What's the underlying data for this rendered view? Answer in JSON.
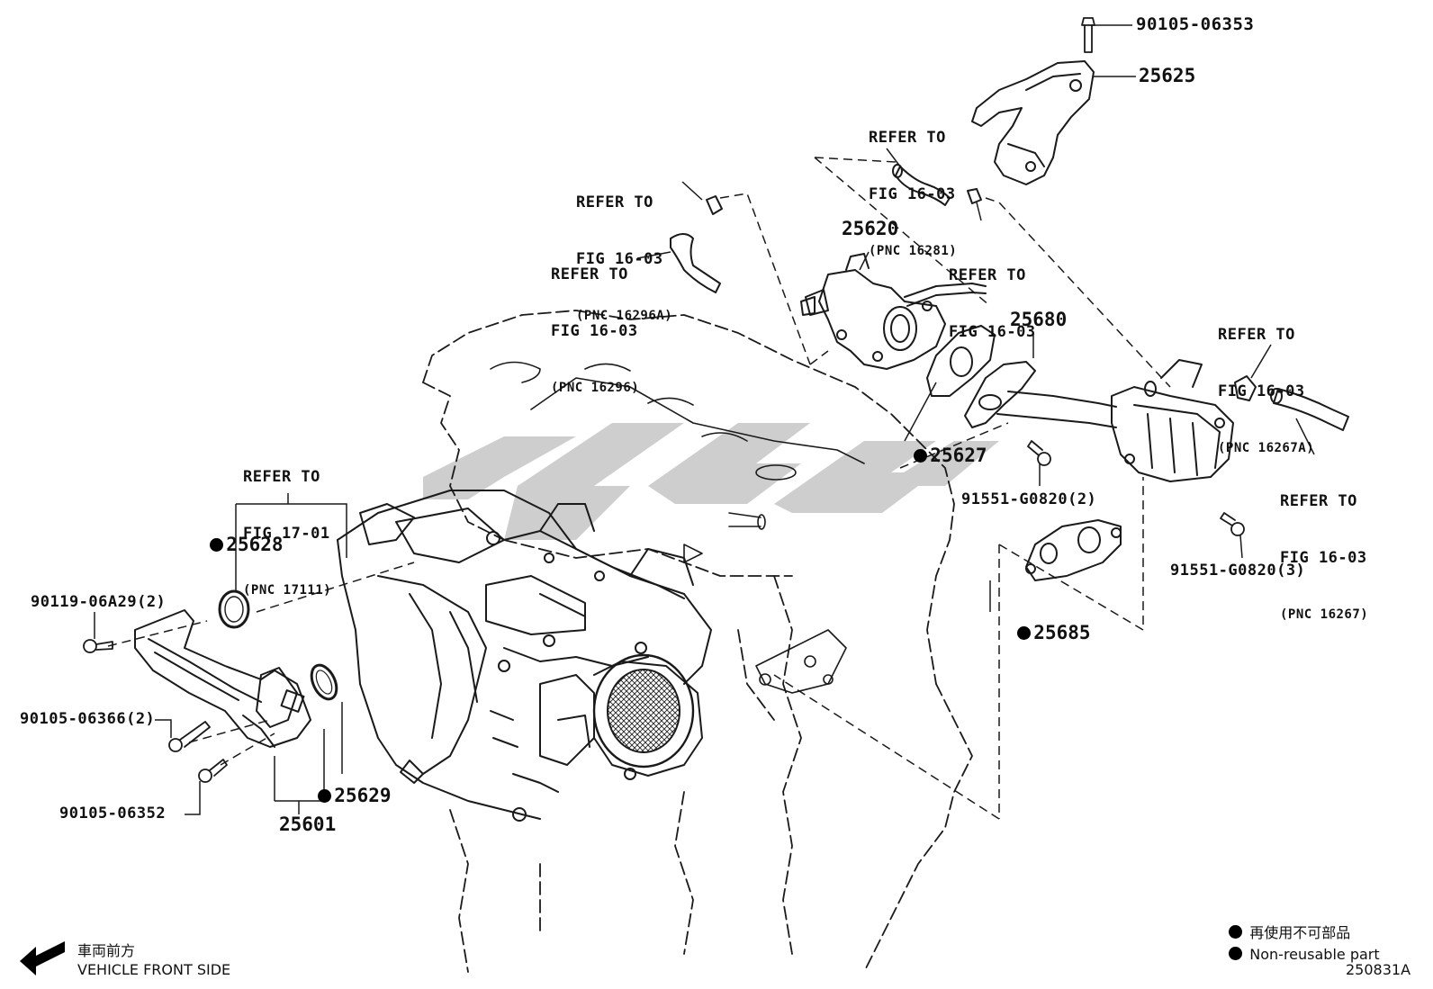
{
  "diagram": {
    "figure_code": "250831A",
    "watermark": "",
    "parts": {
      "p90105_06353": "90105-06353",
      "p25625": "25625",
      "p25620": "25620",
      "p25680": "25680",
      "p25627": "25627",
      "p91551_g0820_2": "91551-G0820(2)",
      "p91551_g0820_3": "91551-G0820(3)",
      "p25685": "25685",
      "p25628": "25628",
      "p90119_06a29": "90119-06A29(2)",
      "p90105_06366": "90105-06366(2)",
      "p90105_06352": "90105-06352",
      "p25629": "25629",
      "p25601": "25601"
    },
    "refs": [
      {
        "line1": "REFER TO",
        "line2": "FIG 16-03",
        "pnc": "(PNC 16281)"
      },
      {
        "line1": "REFER TO",
        "line2": "FIG 16-03",
        "pnc": "(PNC 16296A)"
      },
      {
        "line1": "REFER TO",
        "line2": "FIG 16-03",
        "pnc": "(PNC 16296)"
      },
      {
        "line1": "REFER TO",
        "line2": "FIG 16-03",
        "pnc": ""
      },
      {
        "line1": "REFER TO",
        "line2": "FIG 16-03",
        "pnc": "(PNC 16267A)"
      },
      {
        "line1": "REFER TO",
        "line2": "FIG 16-03",
        "pnc": "(PNC 16267)"
      },
      {
        "line1": "REFER TO",
        "line2": "FIG 17-01",
        "pnc": "(PNC 17111)"
      }
    ],
    "legend": {
      "jp": "再使用不可部品",
      "en": "Non-reusable part"
    },
    "front": {
      "jp": "車両前方",
      "en": "VEHICLE FRONT SIDE"
    }
  }
}
